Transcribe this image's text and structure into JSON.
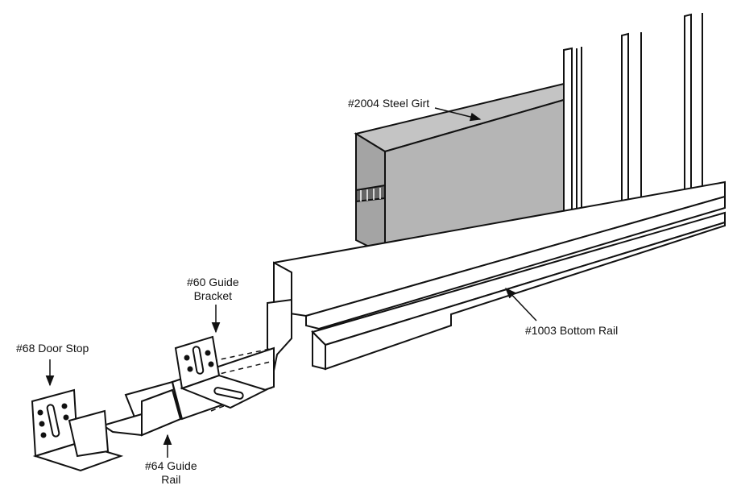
{
  "labels": {
    "steel_girt": "#2004 Steel Girt",
    "bottom_rail": "#1003 Bottom Rail",
    "guide_bracket_line1": "#60 Guide",
    "guide_bracket_line2": "Bracket",
    "door_stop": "#68 Door Stop",
    "guide_rail_line1": "#64 Guide",
    "guide_rail_line2": "Rail"
  },
  "colors": {
    "line": "#111111",
    "girt_fill": "#b5b5b5",
    "girt_side": "#9a9a9a",
    "background": "#ffffff"
  }
}
